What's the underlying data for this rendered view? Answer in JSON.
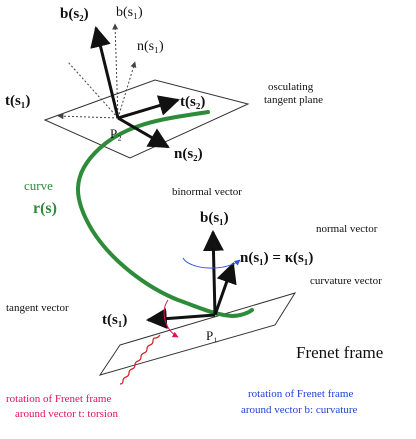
{
  "labels": {
    "b_s2": "b(s₂)",
    "b_s1_top": "b(s₁)",
    "n_s1_top": "n(s₁)",
    "osculating_line1": "osculating",
    "osculating_line2": "tangent plane",
    "t_s1_top": "t(s₁)",
    "t_s2": "t(s₂)",
    "p2": "P₂",
    "n_s2": "n(s₂)",
    "curve": "curve",
    "r_s": "r(s)",
    "binormal_vector": "binormal vector",
    "b_s1": "b(s₁)",
    "normal_vector": "normal vector",
    "n_s1_eq": "n(s₁) = κ(s₁)",
    "curvature_vector": "curvature vector",
    "tangent_vector": "tangent vector",
    "t_s1": "t(s₁)",
    "p1": "P₁",
    "frenet_frame": "Frenet frame",
    "torsion_line1": "rotation of Frenet frame",
    "torsion_line2": "around vector t: torsion",
    "curvature_line1": "rotation of Frenet frame",
    "curvature_line2": "around vector b: curvature"
  },
  "colors": {
    "curve": "#2e8b3a",
    "torsion_text": "#e0115f",
    "curvature_text": "#1f3fd8",
    "arrow": "#111111",
    "wavy_torsion": "#d42020"
  }
}
